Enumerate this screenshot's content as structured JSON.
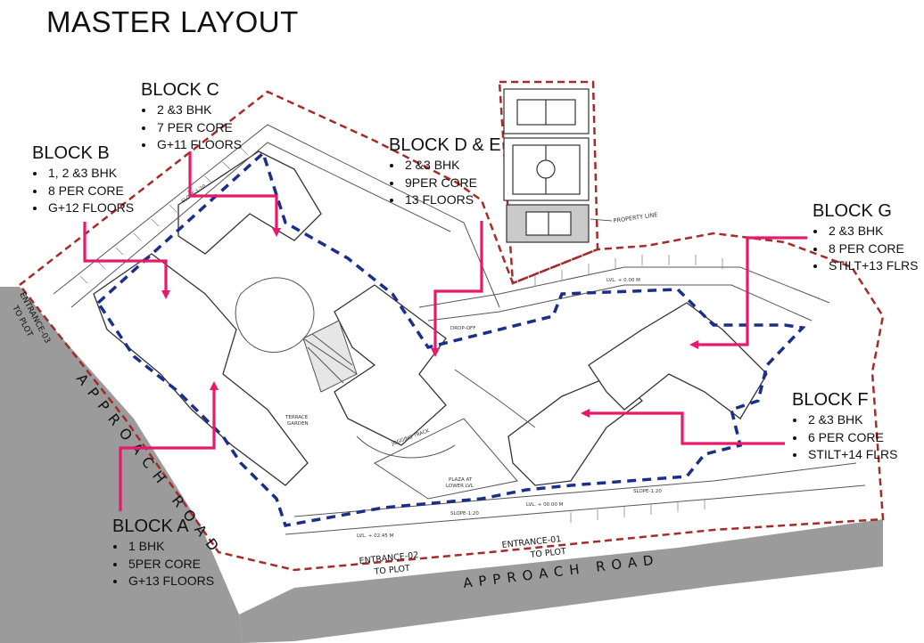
{
  "title": "MASTER LAYOUT",
  "blocks": {
    "a": {
      "name": "BLOCK A",
      "details": [
        "1 BHK",
        "5PER CORE",
        "G+13 FLOORS"
      ]
    },
    "b": {
      "name": "BLOCK B",
      "details": [
        "1, 2 &3 BHK",
        "8 PER CORE",
        "G+12 FLOORS"
      ]
    },
    "c": {
      "name": "BLOCK C",
      "details": [
        "2 &3 BHK",
        "7 PER CORE",
        "G+11 FLOORS"
      ]
    },
    "de": {
      "name": "BLOCK D & E",
      "details": [
        "2 &3 BHK",
        "9PER CORE",
        "13 FLOORS"
      ]
    },
    "g": {
      "name": "BLOCK G",
      "details": [
        "2 &3 BHK",
        "8 PER CORE",
        "STILT+13 FLRS"
      ]
    },
    "f": {
      "name": "BLOCK F",
      "details": [
        "2 &3 BHK",
        "6 PER CORE",
        "STILT+14 FLRS"
      ]
    }
  },
  "roads": {
    "left_road": "APPROACH ROAD",
    "bottom_road": "APPROACH ROAD"
  },
  "entrances": {
    "e01_line1": "ENTRANCE-01",
    "e01_line2": "TO PLOT",
    "e02_line1": "ENTRANCE-02",
    "e02_line2": "TO PLOT",
    "e03_line1": "ENTRANCE-03",
    "e03_line2": "TO PLOT"
  },
  "plan_labels": {
    "property_line": "PROPERTY LINE",
    "jogging_track": "JOGGING TRACK",
    "plaza_line1": "PLAZA AT",
    "plaza_line2": "LOWER LVL",
    "terrace_line1": "TERRACE",
    "terrace_line2": "GARDEN",
    "drop_off": "DROP-OFF",
    "slope_1": "SLOPE-1:20",
    "slope_2": "SLOPE-1:20",
    "slope_3": "SLOPE-1:20",
    "level_1": "LVL. + 02.45 M",
    "level_2": "LVL. + 00.00 M",
    "level_3": "LVL. + 0.00 M"
  },
  "colors": {
    "arrow": "#e8196a",
    "property_boundary": "#a52a2a",
    "site_boundary": "#1b2f8a",
    "road": "#9b9b9b",
    "plan_line": "#333333",
    "court": "#c9c9c9"
  }
}
